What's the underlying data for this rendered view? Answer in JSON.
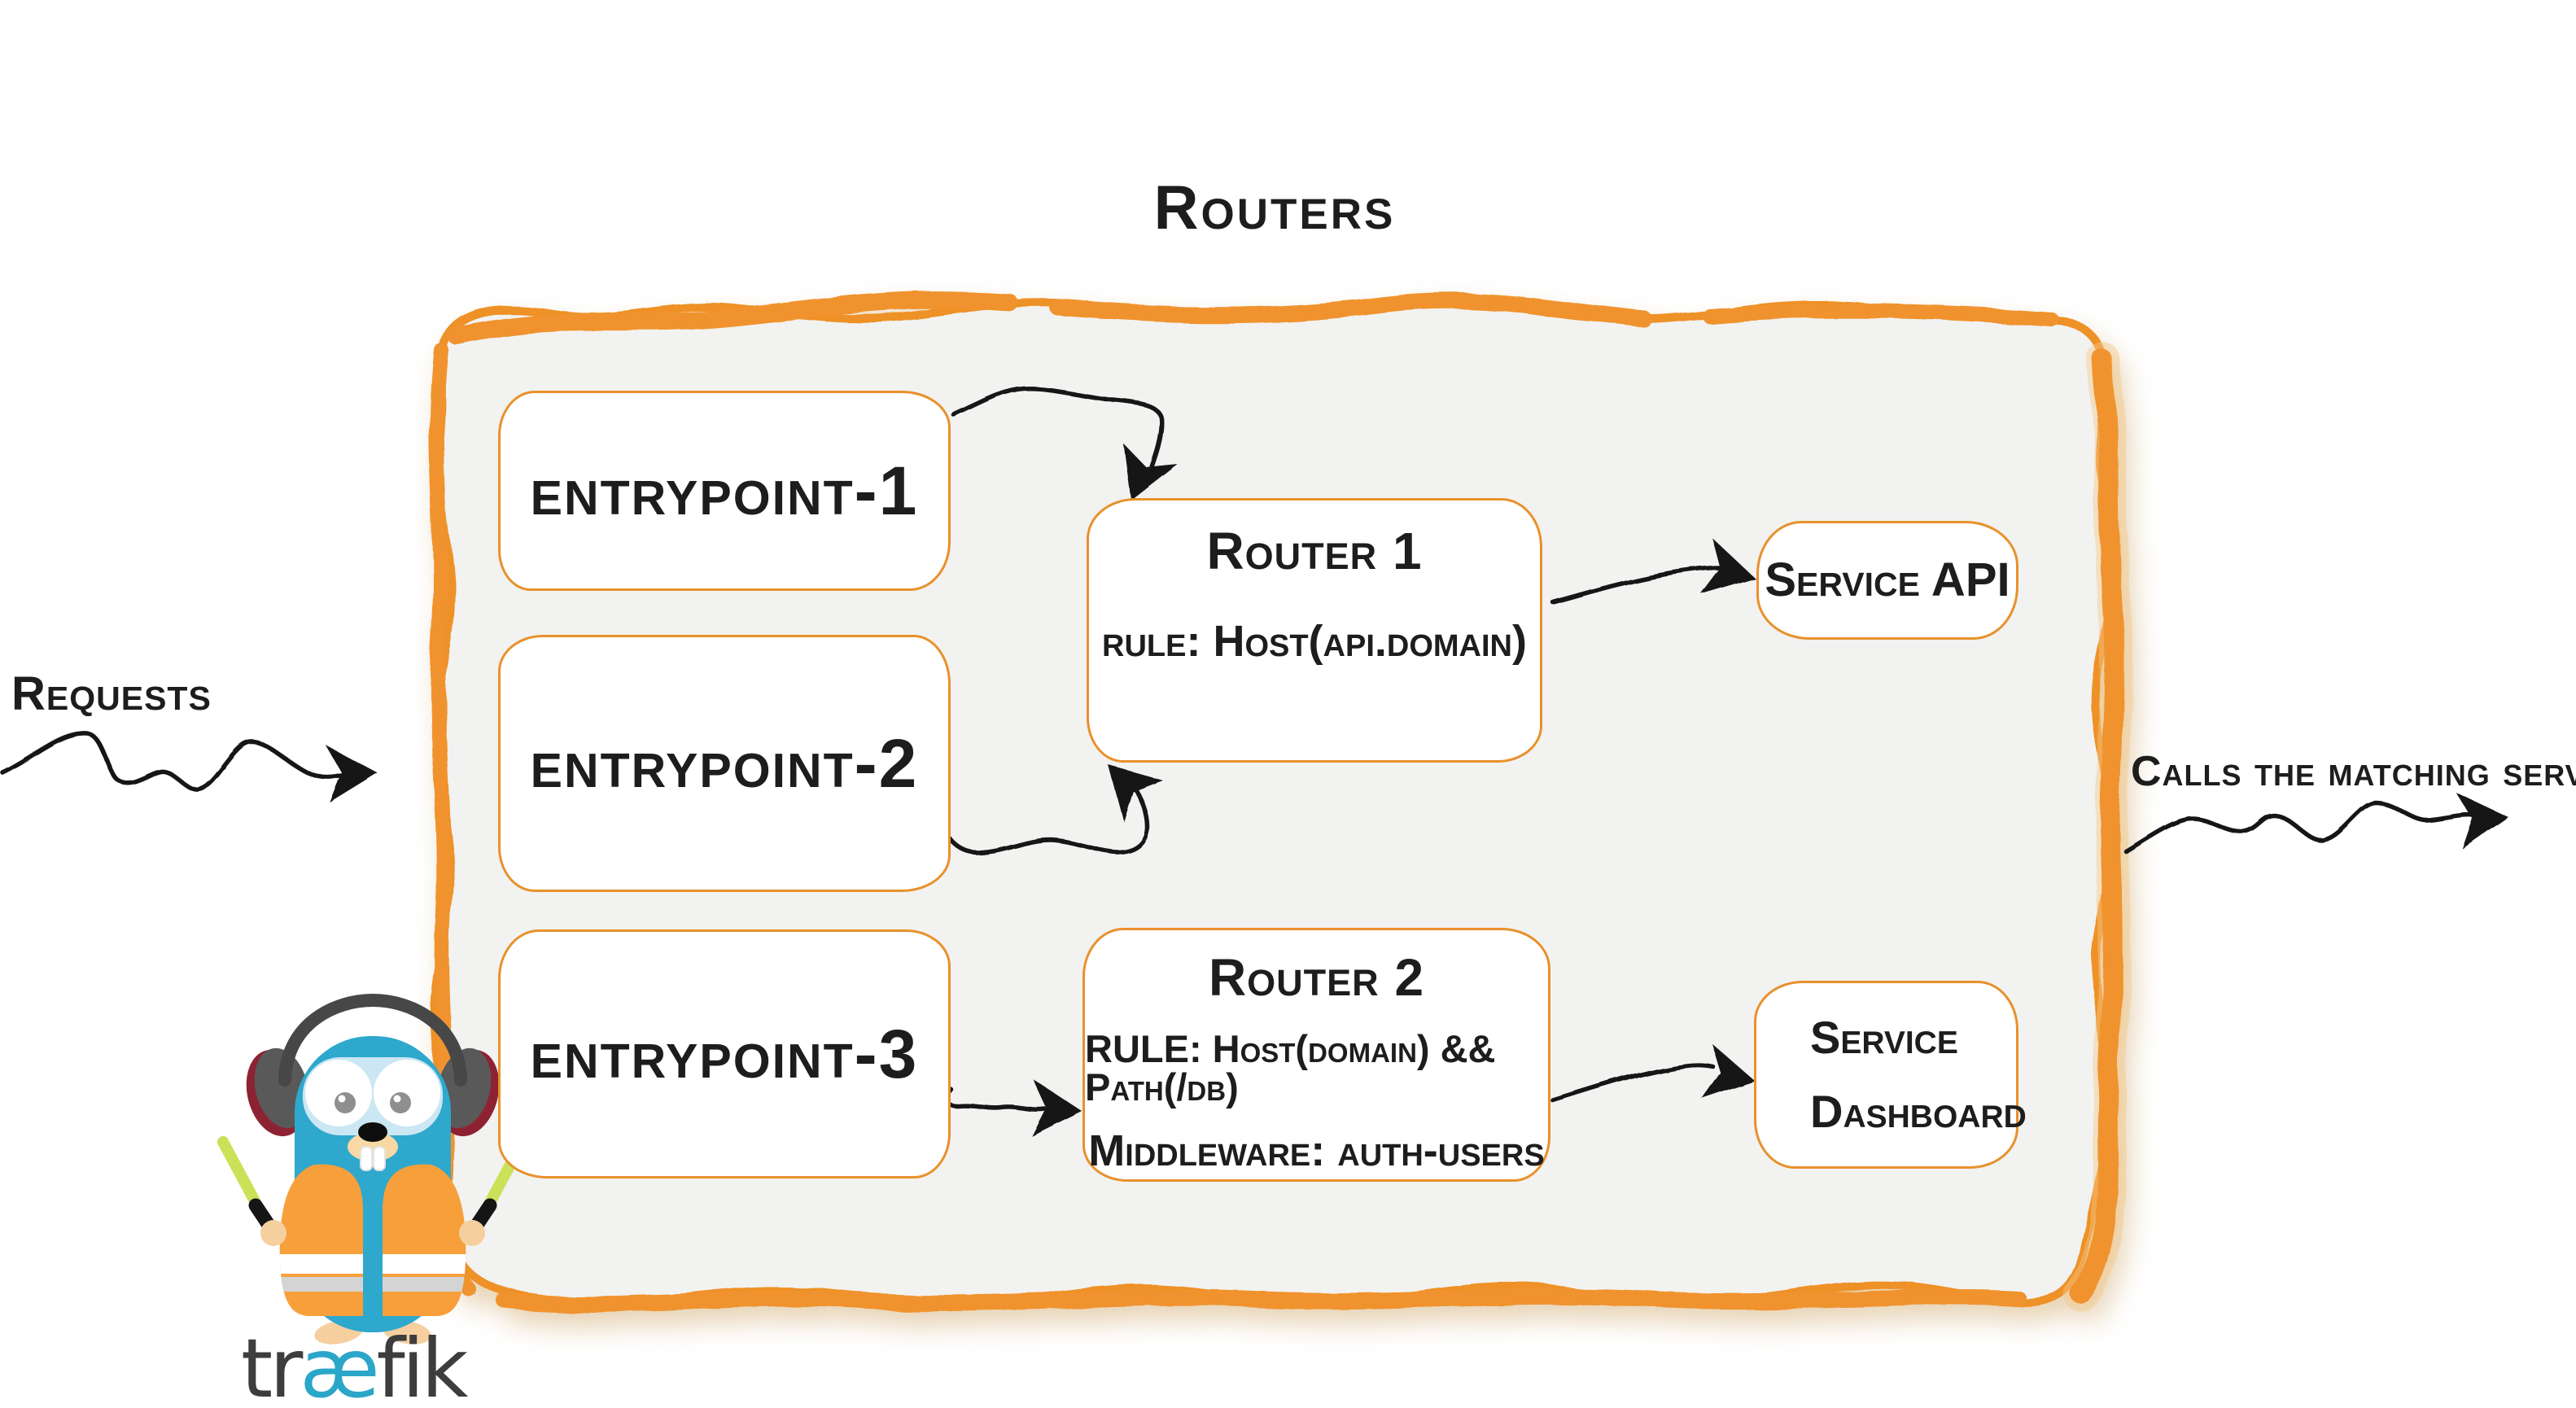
{
  "title": "Routers",
  "annotations": {
    "requests": "Requests",
    "calls": "Calls the matching server"
  },
  "entrypoints": [
    {
      "label": "entrypoint-1"
    },
    {
      "label": "entrypoint-2"
    },
    {
      "label": "entrypoint-3"
    }
  ],
  "routers": [
    {
      "title": "Router 1",
      "rule": "rule: Host(api.domain)"
    },
    {
      "title": "Router 2",
      "rule": "RULE: Host(domain) && Path(/db)",
      "middleware": "Middleware: auth-users"
    }
  ],
  "services": [
    {
      "label": "Service API"
    },
    {
      "lines": [
        "Service",
        "Dashboard"
      ]
    }
  ],
  "logo": {
    "tr": "tr",
    "ae": "æ",
    "fik": "fik"
  },
  "colors": {
    "container_border_orange": "#ee9127",
    "box_border_orange": "#e8912c",
    "container_fill_gray": "#f2f2f1",
    "text_black": "#1d1d1d",
    "arrow_black": "#161616",
    "gopher_teal": "#2fa8cd",
    "vest_orange": "#f7a03b",
    "stick_green": "#c9e257",
    "headphone_gray": "#595959",
    "headphone_red": "#8d2332",
    "logo_dark": "#3d3d3d",
    "logo_teal": "#2aa6c9"
  }
}
